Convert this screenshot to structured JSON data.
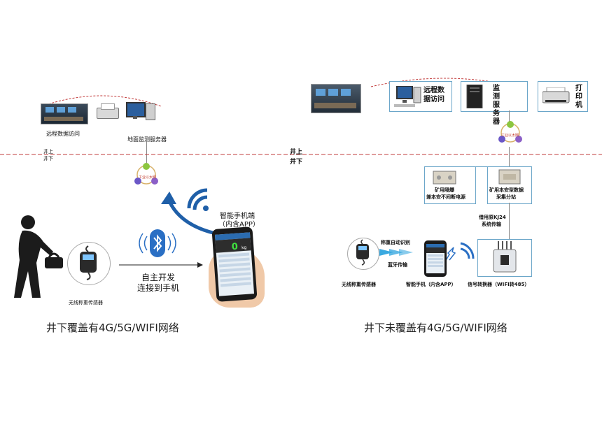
{
  "left": {
    "remote_access_label": "远程数据访问",
    "ground_server_label": "地面监测服务器",
    "above_ground": "井上",
    "below_ground": "井下",
    "network_badge": "工业以太网",
    "phone_label_line1": "智能手机端",
    "phone_label_line2": "（内含APP）",
    "phone_reading": "0",
    "phone_unit": "kg",
    "bt_label_line1": "自主开发",
    "bt_label_line2": "连接到手机",
    "sensor_label": "无线称重传感器",
    "caption": "井下覆盖有4G/5G/WIFI网络"
  },
  "right": {
    "remote_access_label": "远程数据访问",
    "server_label": "监测服务器",
    "printer_label": "打印机",
    "above_ground": "井上",
    "below_ground": "井下",
    "network_badge": "工业以太网",
    "power_label_line1": "矿用隔爆",
    "power_label_line2": "兼本安不间断电源",
    "substation_label_line1": "矿用本安型数据",
    "substation_label_line2": "采集分站",
    "kj24_line1": "借用原KJ24",
    "kj24_line2": "系统传输",
    "auto_identify": "称重自动识别",
    "bt_transfer": "蓝牙传输",
    "sensor_label": "无线称重传感器",
    "phone_label": "智能手机（内含APP）",
    "converter_label": "信号转换器（WIFI转485）",
    "caption": "井下未覆盖有4G/5G/WIFI网络"
  },
  "colors": {
    "frame_border": "#6ba6c9",
    "dashed_line": "#c23b3b",
    "arrow_blue": "#1f5fa8",
    "bluetooth": "#2a6fc4"
  }
}
